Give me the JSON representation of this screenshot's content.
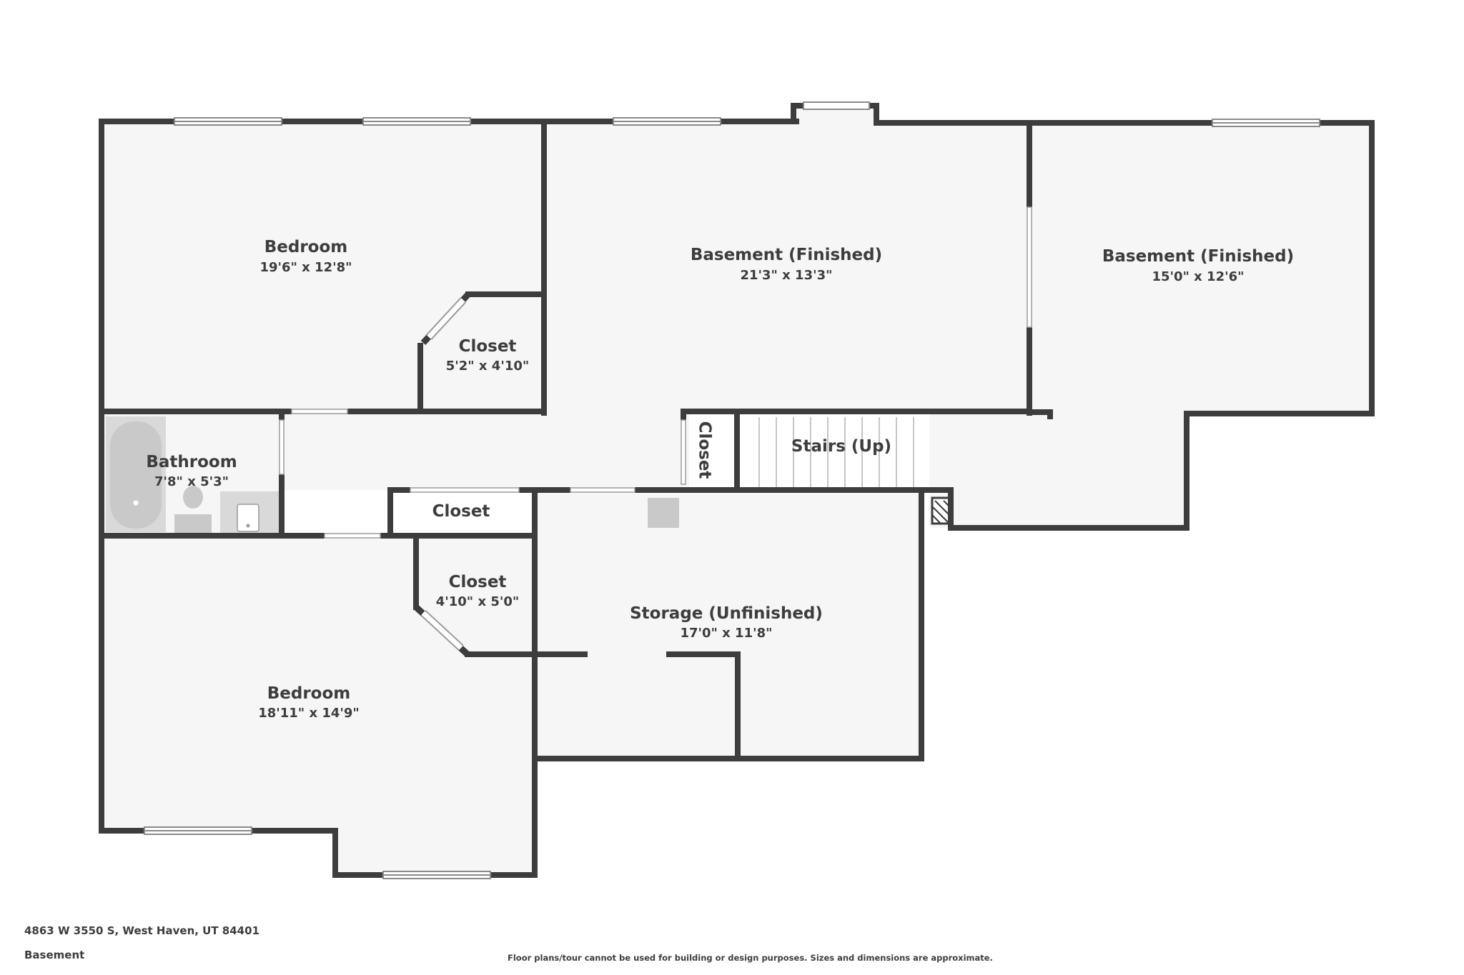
{
  "rooms": [
    {
      "id": "bedroom-1",
      "name": "Bedroom",
      "dims": "19'6\" x 12'8\""
    },
    {
      "id": "closet-1",
      "name": "Closet",
      "dims": "5'2\" x 4'10\""
    },
    {
      "id": "basement-finished-1",
      "name": "Basement (Finished)",
      "dims": "21'3\" x 13'3\""
    },
    {
      "id": "basement-finished-2",
      "name": "Basement (Finished)",
      "dims": "15'0\" x 12'6\""
    },
    {
      "id": "bathroom",
      "name": "Bathroom",
      "dims": "7'8\" x 5'3\""
    },
    {
      "id": "closet-hall",
      "name": "Closet"
    },
    {
      "id": "closet-stair",
      "name": "Closet"
    },
    {
      "id": "stairs",
      "name": "Stairs (Up)"
    },
    {
      "id": "closet-2",
      "name": "Closet",
      "dims": "4'10\" x 5'0\""
    },
    {
      "id": "storage",
      "name": "Storage (Unfinished)",
      "dims": "17'0\" x 11'8\""
    },
    {
      "id": "bedroom-2",
      "name": "Bedroom",
      "dims": "18'11\" x 14'9\""
    }
  ],
  "footer": {
    "address": "4863 W 3550 S, West Haven, UT 84401",
    "floor": "Basement",
    "disclaimer": "Floor plans/tour cannot be used for building or design purposes. Sizes and dimensions are approximate."
  },
  "colors": {
    "wall": "#3d3d3d",
    "floor": "#f6f6f6",
    "background": "#ffffff"
  }
}
